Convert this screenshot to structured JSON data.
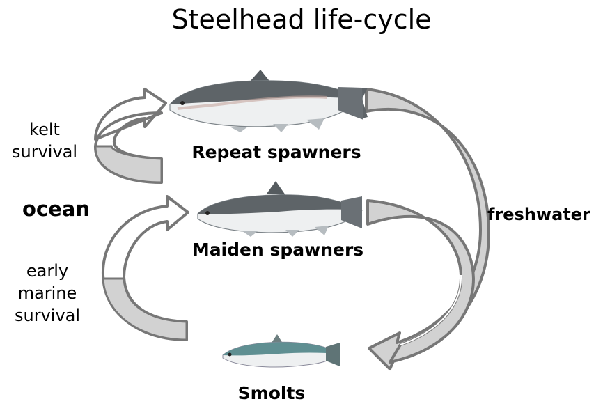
{
  "title": "Steelhead life-cycle",
  "stages": {
    "repeat": "Repeat spawners",
    "maiden": "Maiden spawners",
    "smolts": "Smolts"
  },
  "labels": {
    "kelt_line1": "kelt",
    "kelt_line2": "survival",
    "ocean": "ocean",
    "early_line1": "early",
    "early_line2": "marine",
    "early_line3": "survival",
    "freshwater": "freshwater"
  },
  "colors": {
    "arrow_fill": "#d2d2d2",
    "arrow_stroke": "#777777",
    "fish_back": "#5e6468",
    "fish_belly": "#eef0f1",
    "smolt_back": "#5f8f92"
  }
}
